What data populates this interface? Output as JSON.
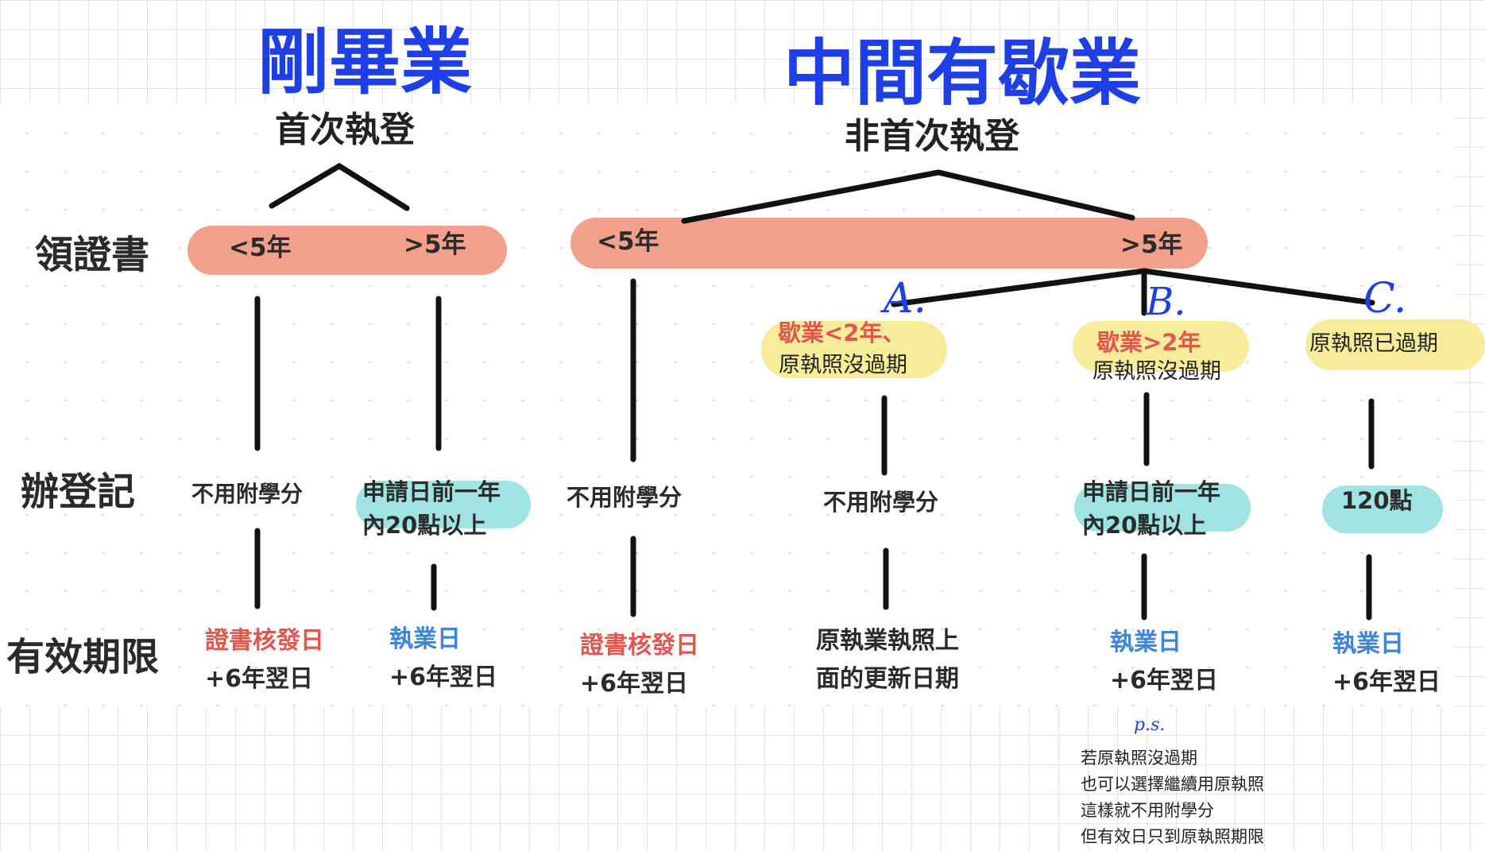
{
  "titles": {
    "fresh_graduate": "剛畢業",
    "mid_career": "中間有歇業"
  },
  "branches": {
    "first_registration": "首次執登",
    "non_first_registration": "非首次執登"
  },
  "row_labels": {
    "certificate": "領證書",
    "registration": "辦登記",
    "validity": "有效期限"
  },
  "pills": {
    "lt5": "<5年",
    "gt5": ">5年"
  },
  "letters": {
    "a": "A.",
    "b": "B.",
    "c": "C."
  },
  "conditions": {
    "a_line1": "歇業<2年、",
    "a_line2": "原執照沒過期",
    "b_line1": "歇業>2年",
    "b_line2": "原執照沒過期",
    "c_line1": "原執照已過期"
  },
  "requirements": {
    "no_credits": "不用附學分",
    "twenty_points_line1": "申請日前一年",
    "twenty_points_line2": "內20點以上",
    "one_twenty_points": "120點"
  },
  "validity": {
    "cert_issue_date": "證書核發日",
    "practice_date": "執業日",
    "plus_six": "+6年翌日",
    "original_line1": "原執業執照上",
    "original_line2": "面的更新日期"
  },
  "note": {
    "ps": "p.s.",
    "line1": "若原執照沒過期",
    "line2": "也可以選擇繼續用原執照",
    "line3": "這樣就不用附學分",
    "line4": "但有效日只到原執照期限"
  },
  "colors": {
    "salmon": "#f2a08c",
    "yellow": "#f6ec9a",
    "cyan": "#9fe3e3",
    "handwriting_blue": "#1f3fe6",
    "red_text": "#e0574f",
    "blue_text": "#3d85d6"
  }
}
